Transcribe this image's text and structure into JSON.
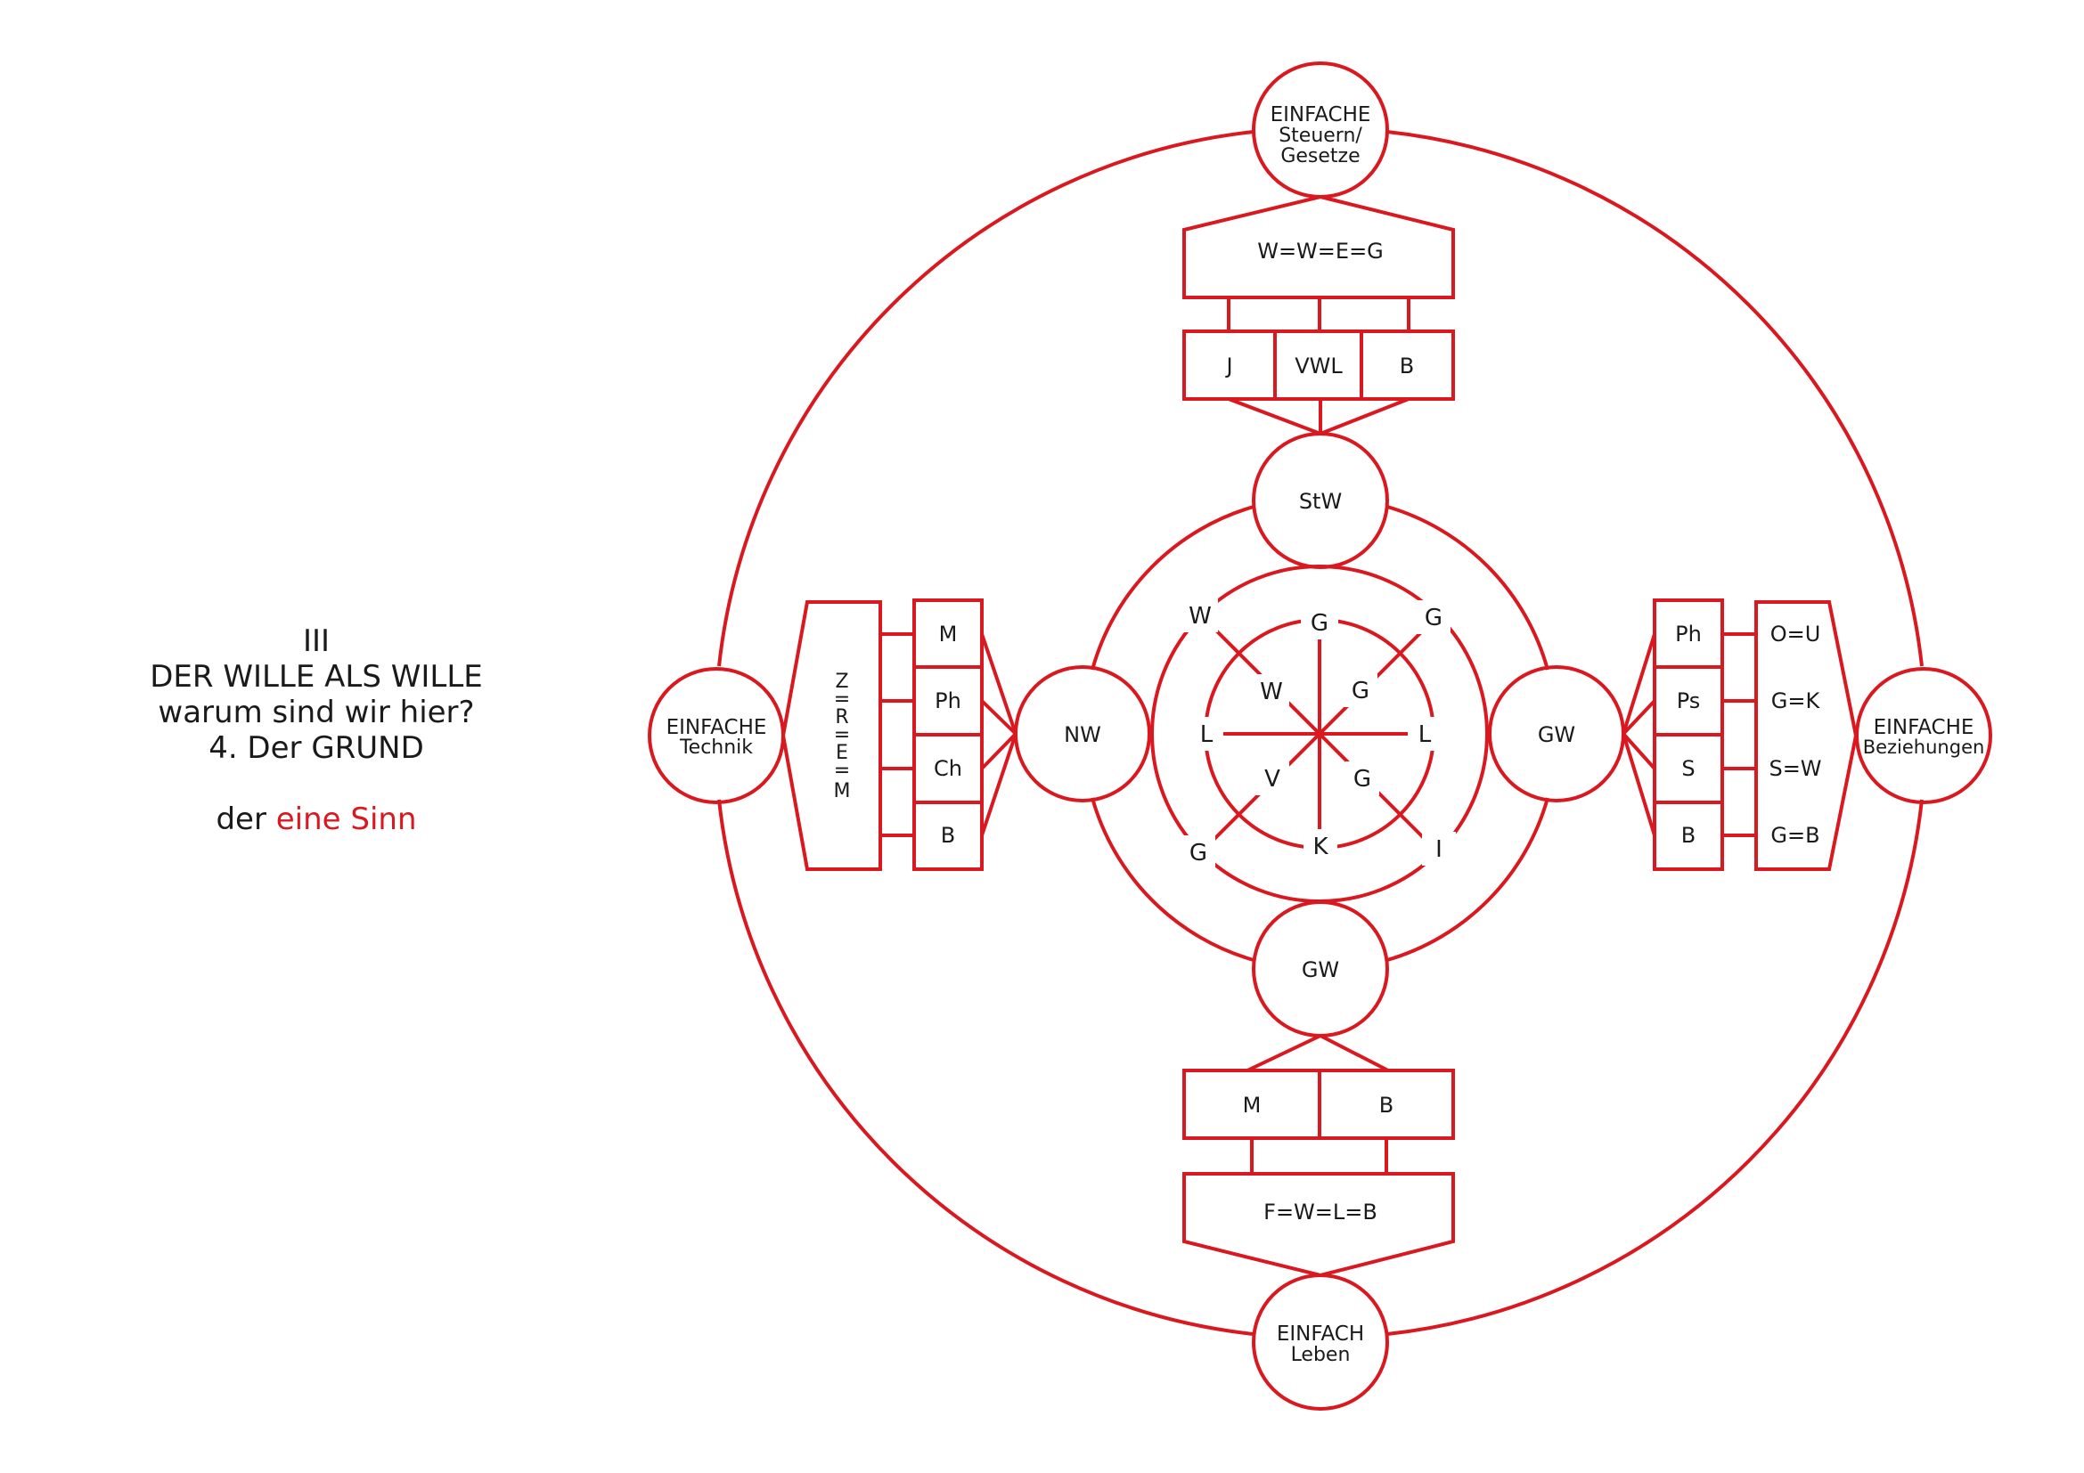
{
  "caption": {
    "line1": "III",
    "line2": "DER  WILLE ALS WILLE",
    "line3": "warum sind wir hier?",
    "line4": "4. Der GRUND",
    "line5_plain": "der",
    "line5_accent": "eine Sinn"
  },
  "colors": {
    "stroke": "#d9181f",
    "text": "#1a1a1a",
    "accent": "#d9181f"
  },
  "nodes": {
    "top_line1": "EINFACHE",
    "top_line2": "Steuern/",
    "top_line3": "Gesetze",
    "left_line1": "EINFACHE",
    "left_line2": "Technik",
    "right_line1": "EINFACHE",
    "right_line2": "Beziehungen",
    "bottom_line1": "EINFACH",
    "bottom_line2": "Leben",
    "inner_top": "StW",
    "inner_left": "NW",
    "inner_right": "GW",
    "inner_bottom": "GW"
  },
  "top_block": {
    "header": "W=W=E=G",
    "cells": [
      "J",
      "VWL",
      "B"
    ]
  },
  "bottom_block": {
    "cells": [
      "M",
      "B"
    ],
    "footer": "F=W=L=B"
  },
  "left_block": {
    "vertical": [
      "Z",
      "=",
      "R",
      "=",
      "E",
      "=",
      "M"
    ],
    "cells": [
      "M",
      "Ph",
      "Ch",
      "B"
    ]
  },
  "right_block": {
    "cells": [
      "Ph",
      "Ps",
      "S",
      "B"
    ],
    "equations": [
      "O=U",
      "G=K",
      "S=W",
      "G=B"
    ]
  },
  "compass": {
    "outer": {
      "n": "G",
      "ne": "G",
      "e": "L",
      "se": "I",
      "s": "K",
      "sw": "G",
      "w": "L",
      "nw": "W"
    },
    "inner": {
      "nw": "W",
      "ne": "G",
      "sw": "V",
      "se": "G"
    }
  }
}
